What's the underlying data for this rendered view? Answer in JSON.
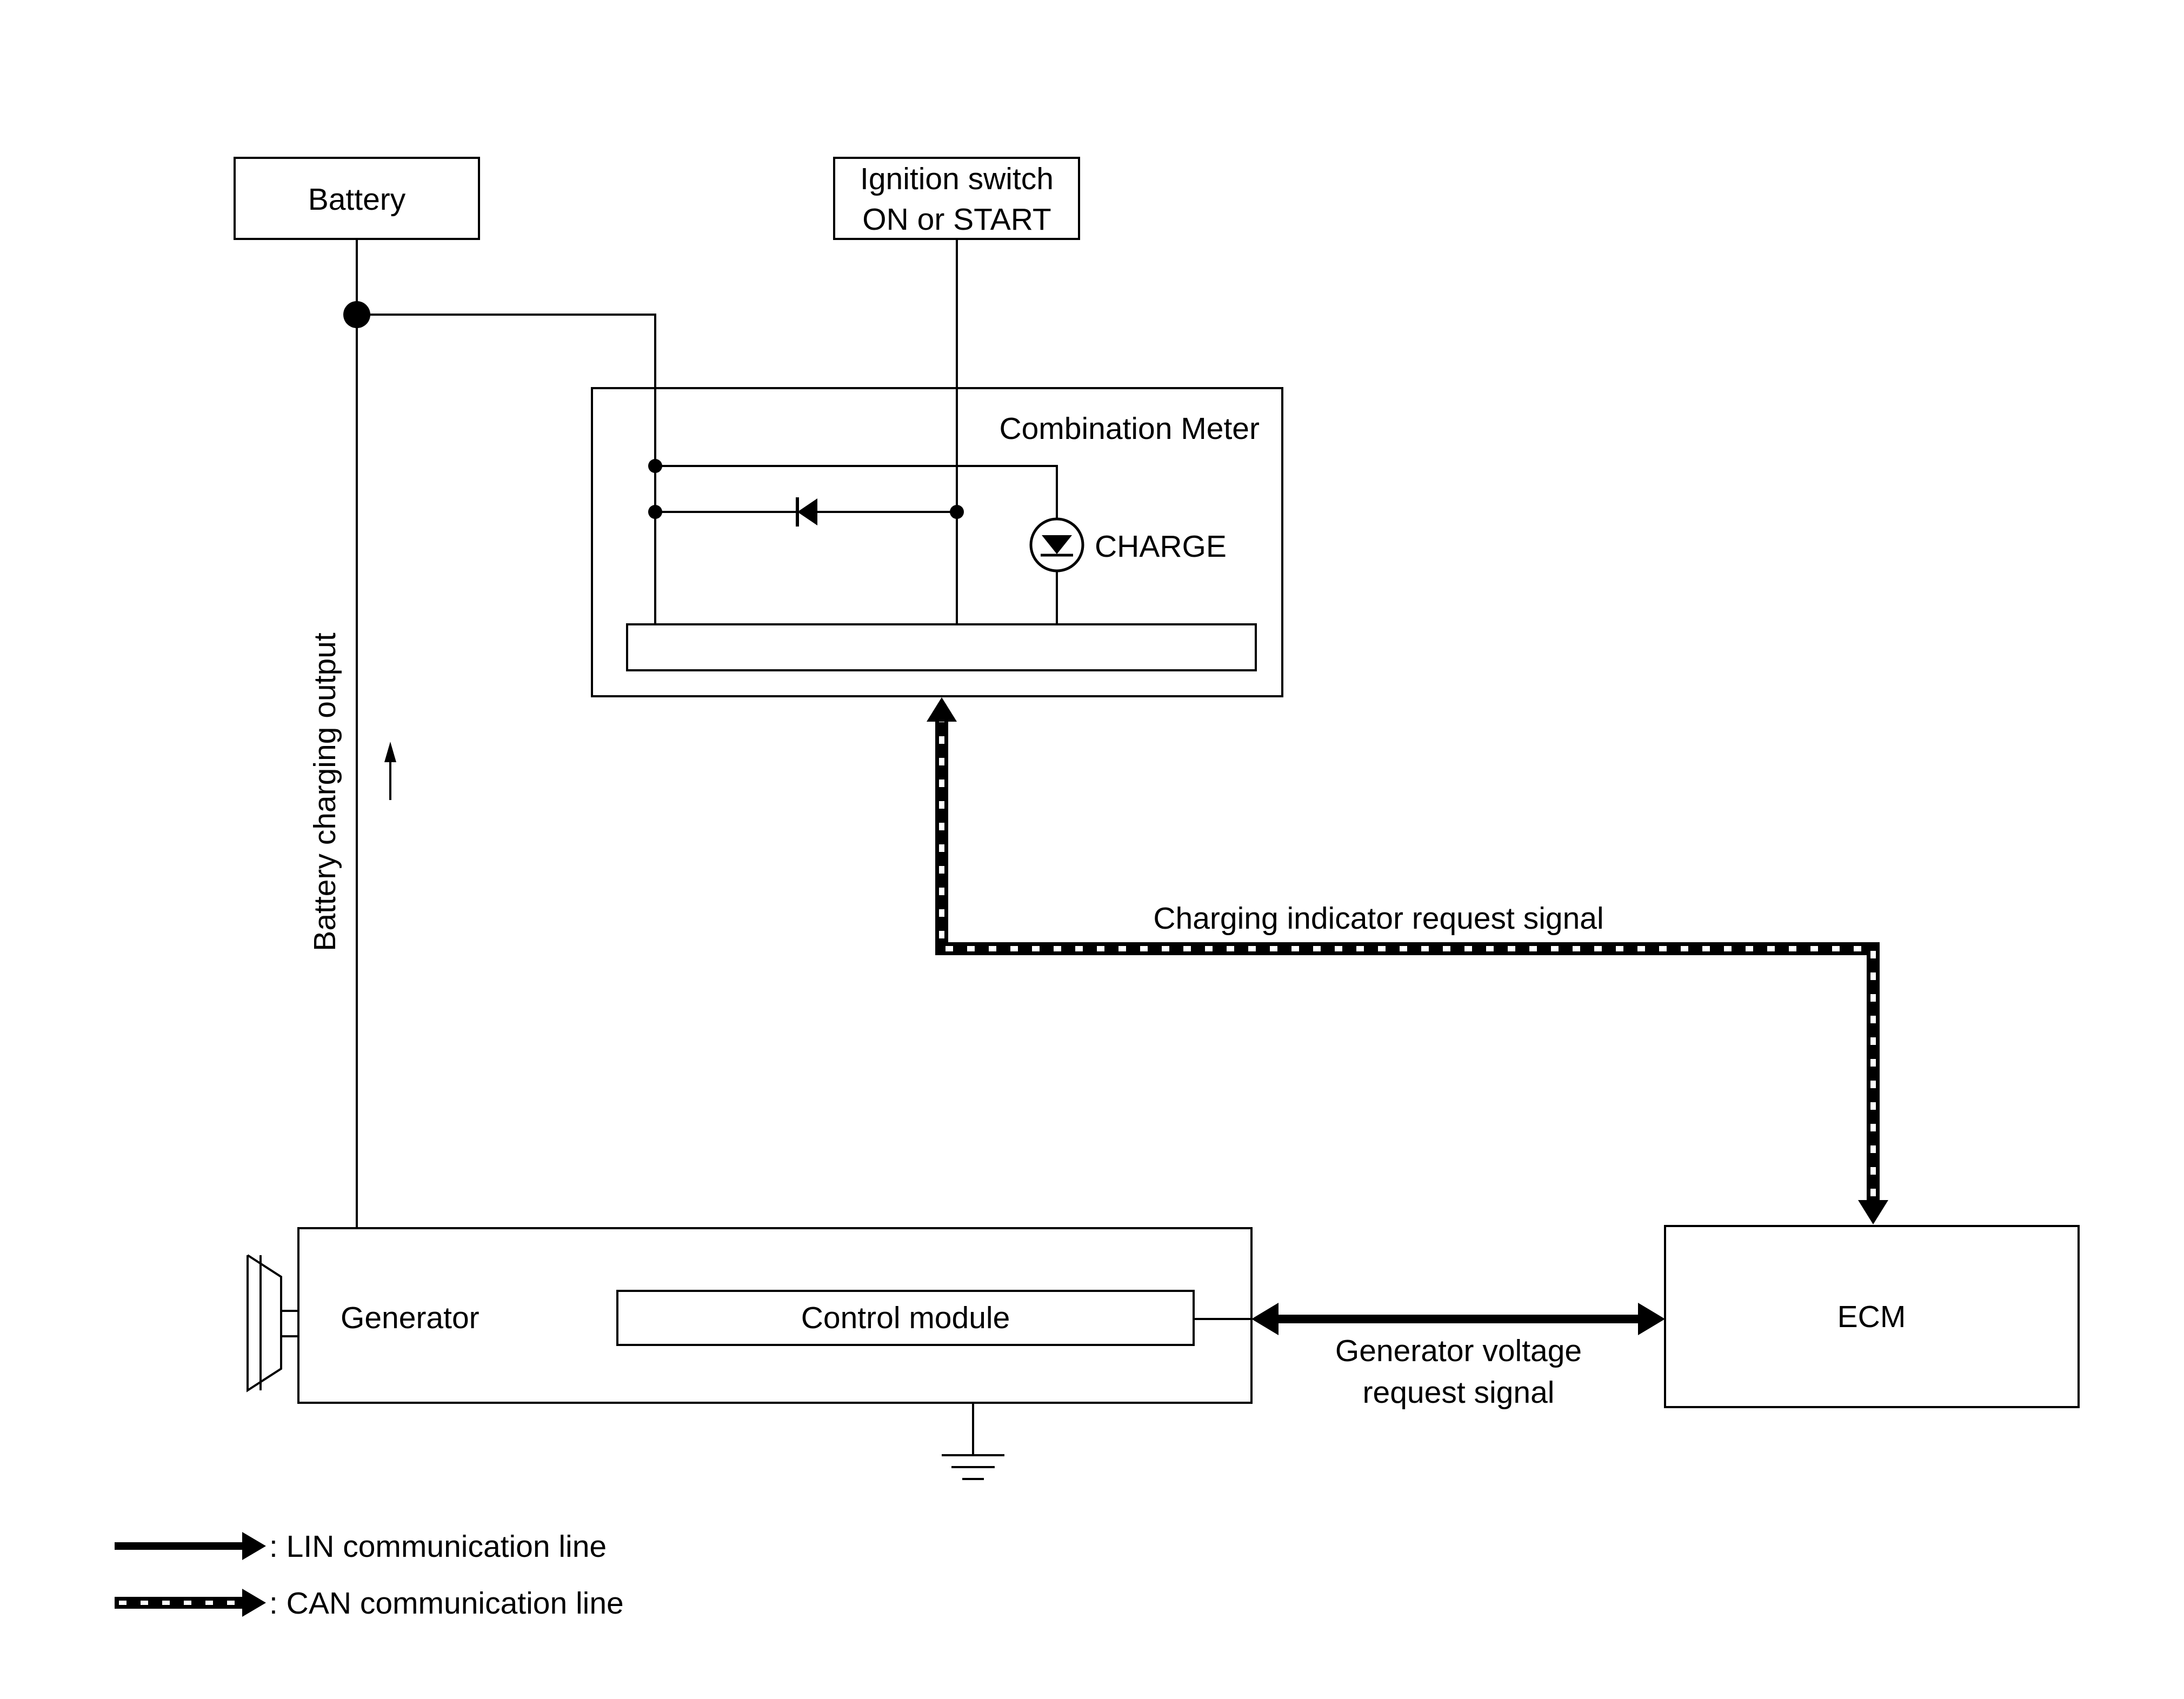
{
  "blocks": {
    "battery": "Battery",
    "ignition_line1": "Ignition switch",
    "ignition_line2": "ON or START",
    "combination_meter": "Combination Meter",
    "charge_lamp": "CHARGE",
    "generator": "Generator",
    "control_module": "Control module",
    "ecm": "ECM"
  },
  "signals": {
    "battery_output": "Battery charging output",
    "charging_indicator": "Charging indicator request signal",
    "generator_voltage_line1": "Generator voltage",
    "generator_voltage_line2": "request signal"
  },
  "legend": {
    "lin": ": LIN communication line",
    "can": ": CAN communication line"
  },
  "icons": [
    "diode-icon",
    "lamp-icon",
    "ground-icon",
    "pulley-icon",
    "junction-dot-icon"
  ],
  "colors": {
    "line": "#000000",
    "background": "#ffffff",
    "can_dash": "#ffffff"
  }
}
